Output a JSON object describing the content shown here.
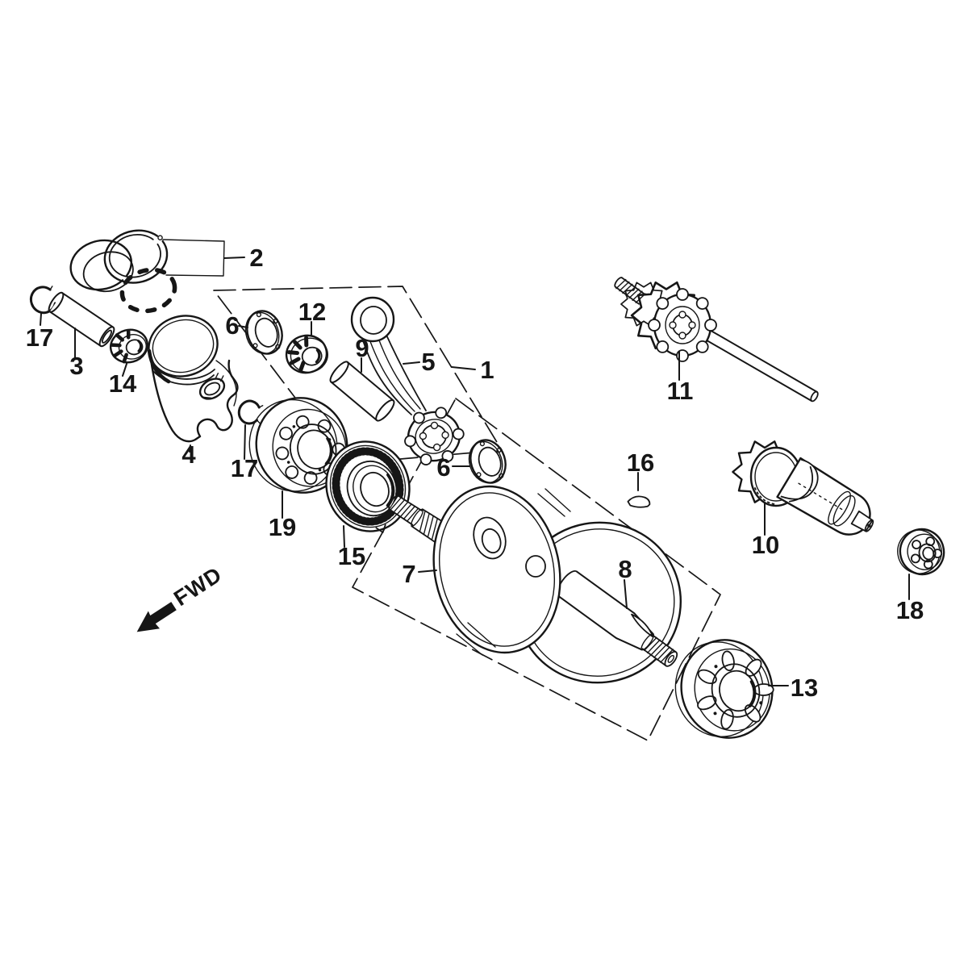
{
  "diagram": {
    "kind": "exploded-parts-line-diagram",
    "subject": "engine crankshaft, piston and balancer assembly",
    "background_color": "#ffffff",
    "line_color": "#161616",
    "fwd_marker": {
      "label": "FWD"
    },
    "callouts": [
      {
        "part": "piston-ring-set",
        "label": "2"
      },
      {
        "part": "circlip-left",
        "label": "17"
      },
      {
        "part": "piston-pin",
        "label": "3"
      },
      {
        "part": "small-end-needle-bearing",
        "label": "14"
      },
      {
        "part": "thrust-washer-upper",
        "label": "6"
      },
      {
        "part": "big-end-needle-bearing",
        "label": "12"
      },
      {
        "part": "crank-pin",
        "label": "9"
      },
      {
        "part": "connecting-rod",
        "label": "5"
      },
      {
        "part": "connecting-rod-kit-box",
        "label": "1"
      },
      {
        "part": "piston",
        "label": "4"
      },
      {
        "part": "circlip-right",
        "label": "17"
      },
      {
        "part": "main-bearing-left",
        "label": "19"
      },
      {
        "part": "oil-seal",
        "label": "15"
      },
      {
        "part": "thrust-washer-lower",
        "label": "6"
      },
      {
        "part": "woodruff-key",
        "label": "16"
      },
      {
        "part": "crankshaft",
        "label": "7"
      },
      {
        "part": "crankshaft-right-end",
        "label": "8"
      },
      {
        "part": "primary-gear-shaft",
        "label": "11"
      },
      {
        "part": "balancer-shaft",
        "label": "10"
      },
      {
        "part": "balancer-bearing",
        "label": "18"
      },
      {
        "part": "main-bearing-right",
        "label": "13"
      }
    ]
  }
}
